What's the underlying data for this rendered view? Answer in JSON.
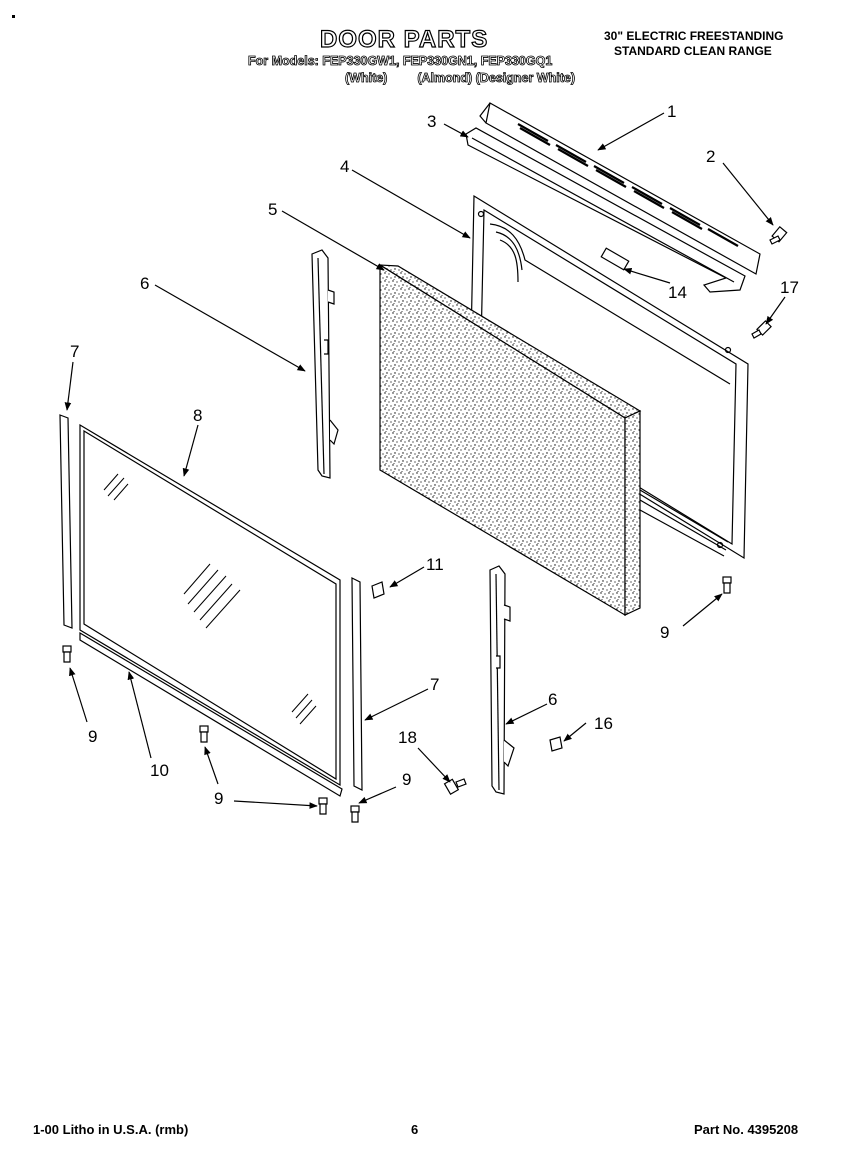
{
  "header": {
    "title": "DOOR PARTS",
    "models": "For Models: FEP330GW1, FEP330GN1, FEP330GQ1",
    "color_white": "(White)",
    "color_almond": "(Almond) (Designer White)",
    "product_type_line1": "30\" ELECTRIC FREESTANDING",
    "product_type_line2": "STANDARD CLEAN RANGE"
  },
  "footer": {
    "litho": "1-00 Litho in U.S.A. (rmb)",
    "page": "6",
    "part_no": "Part No. 4395208"
  },
  "callouts": {
    "c1": "1",
    "c2": "2",
    "c3": "3",
    "c4": "4",
    "c5": "5",
    "c6a": "6",
    "c6b": "6",
    "c7a": "7",
    "c7b": "7",
    "c8": "8",
    "c9a": "9",
    "c9b": "9",
    "c9c": "9",
    "c9d": "9",
    "c10": "10",
    "c11": "11",
    "c14": "14",
    "c16": "16",
    "c17": "17",
    "c18": "18"
  }
}
